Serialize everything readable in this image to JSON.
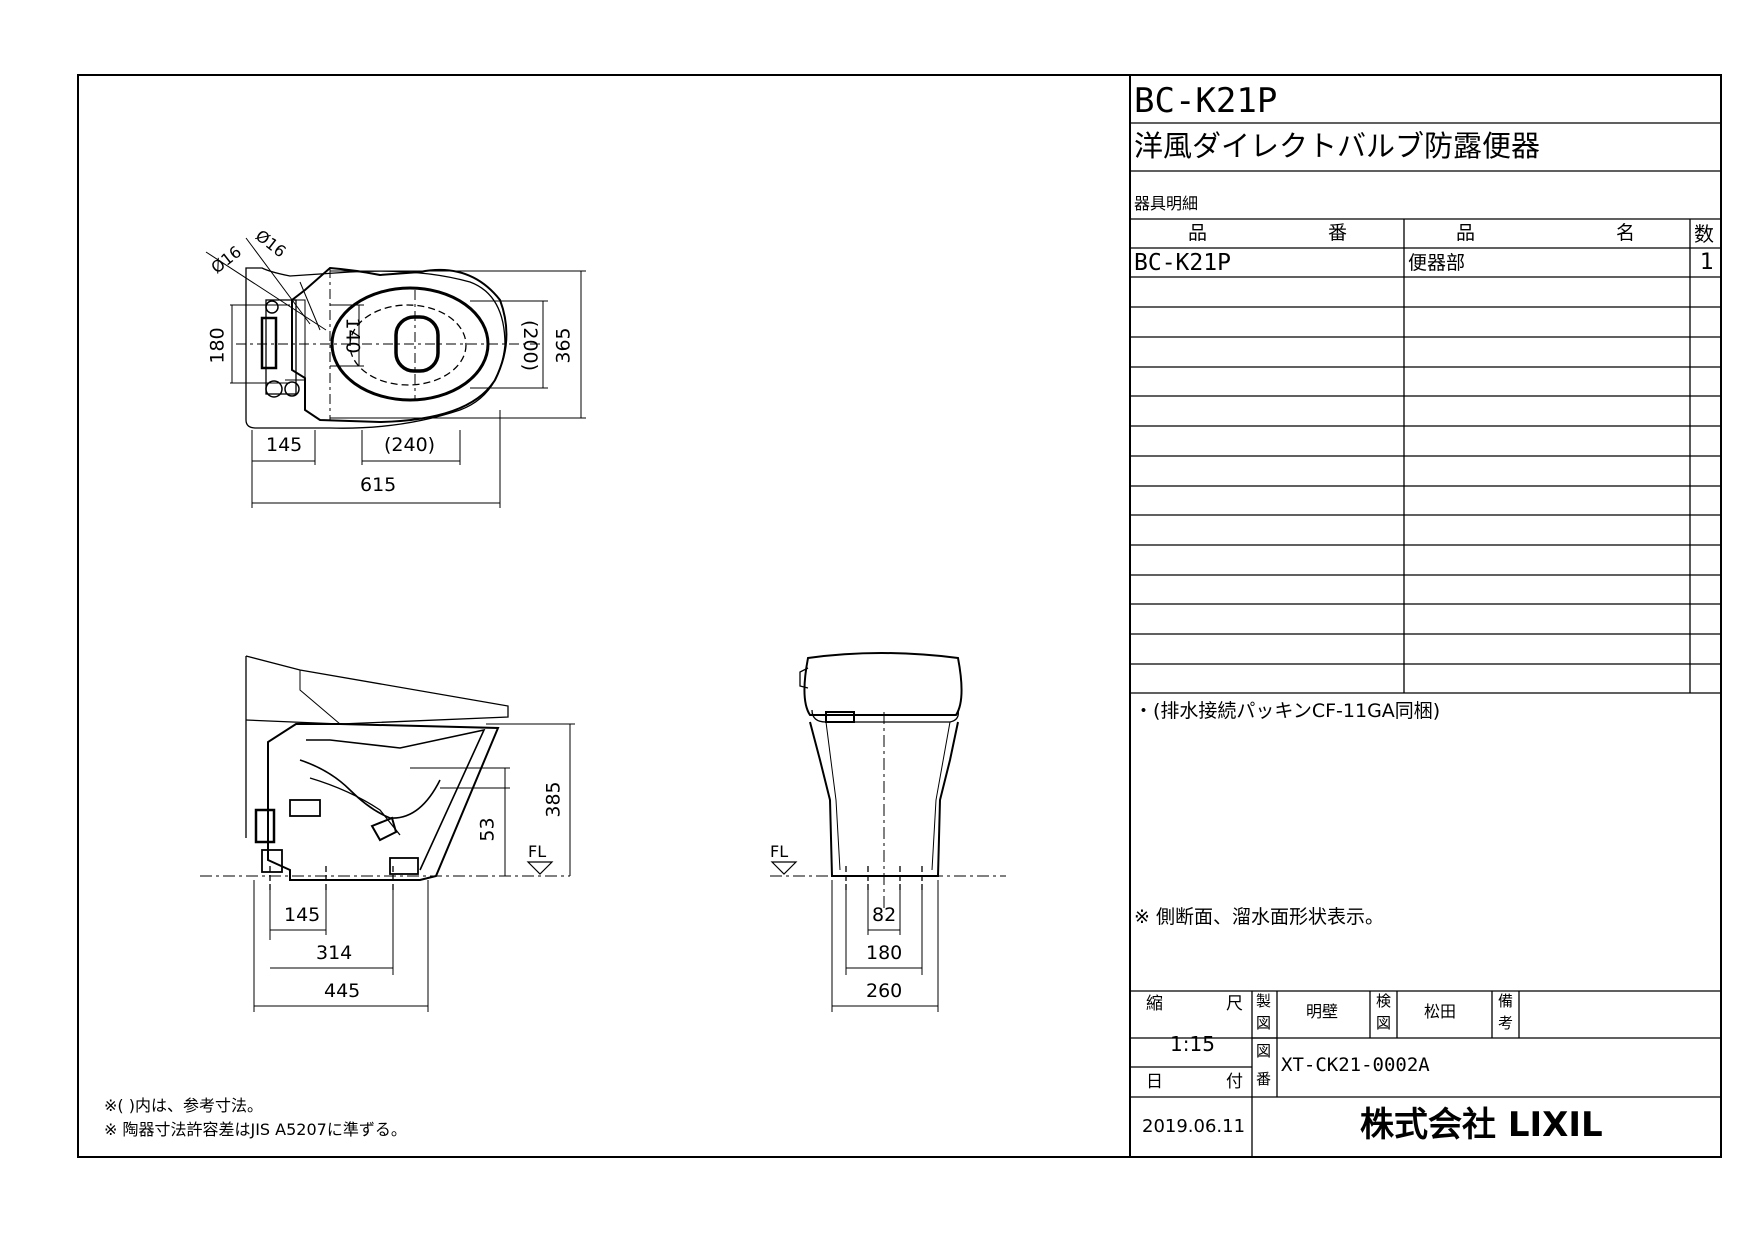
{
  "title_block": {
    "model": "BC-K21P",
    "description": "洋風ダイレクトバルブ防露便器",
    "parts_heading": "器具明細",
    "col_part_no_a": "品",
    "col_part_no_b": "番",
    "col_part_name_a": "品",
    "col_part_name_b": "名",
    "col_qty": "数",
    "rows": [
      {
        "part_no": "BC-K21P",
        "name": "便器部",
        "qty": "1"
      }
    ],
    "note_packing": "・(排水接続パッキンCF-11GA同梱)",
    "note_section": "※ 側断面、溜水面形状表示。",
    "scale_label_a": "縮",
    "scale_label_b": "尺",
    "scale_value": "1:15",
    "made_label_a": "製",
    "made_label_b": "図",
    "made_by": "明壁",
    "check_label_a": "検",
    "check_label_b": "図",
    "checked_by": "松田",
    "remarks_label_a": "備",
    "remarks_label_b": "考",
    "dwg_label_a": "図",
    "dwg_label_b": "番",
    "drawing_no": "XT-CK21-0002A",
    "date_label_a": "日",
    "date_label_b": "付",
    "date": "2019.06.11",
    "company": "株式会社 LIXIL"
  },
  "drawing": {
    "plan": {
      "d_pipe1": "Ø16",
      "d_pipe2": "Ø16",
      "d_180": "180",
      "d_140": "140",
      "d_200": "(200)",
      "d_365": "365",
      "d_145": "145",
      "d_240": "(240)",
      "d_615": "615"
    },
    "side": {
      "d_385": "385",
      "d_53": "53",
      "fl": "FL",
      "d_145": "145",
      "d_314": "314",
      "d_445": "445"
    },
    "front": {
      "fl": "FL",
      "d_82": "82",
      "d_180": "180",
      "d_260": "260"
    }
  },
  "footnotes": {
    "note1": "※(  )内は、参考寸法。",
    "note2": "※ 陶器寸法許容差はJIS A5207に準ずる。"
  }
}
